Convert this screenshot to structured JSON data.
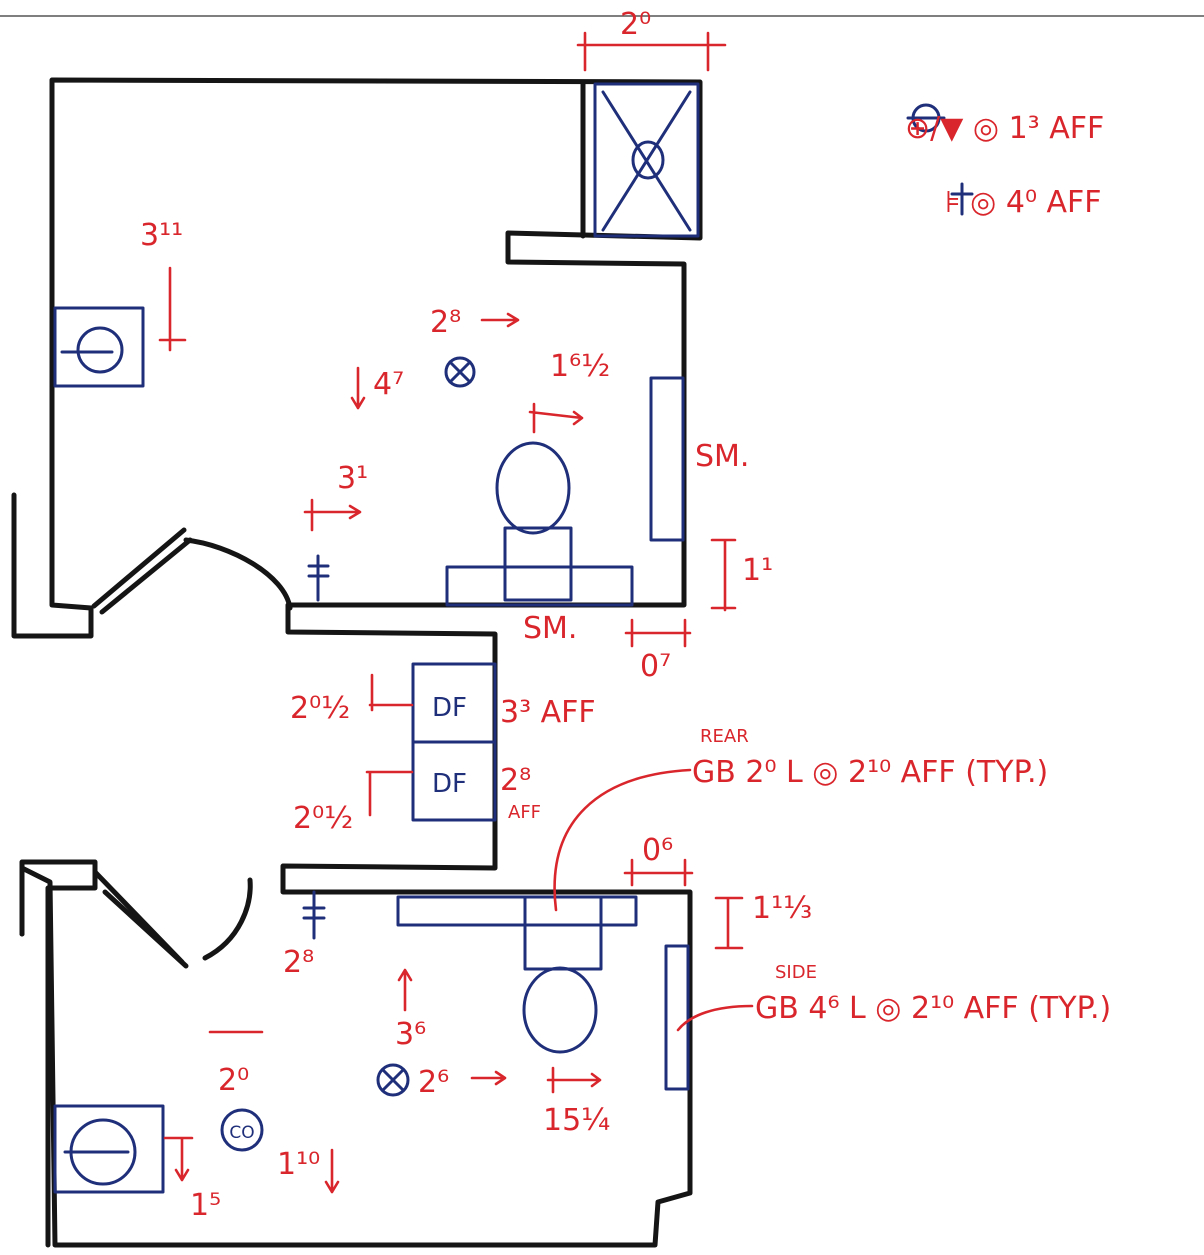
{
  "colors": {
    "wall": "#151515",
    "fixture": "#1f2f7a",
    "annotation": "#d9262c",
    "paper": "#ffffff"
  },
  "legend": {
    "outlet_label": "⊕/▼ ◎ 1³ AFF",
    "switch_label": "⊧ ◎ 4⁰ AFF"
  },
  "dimensions": {
    "shower_width": "2⁰",
    "upper_sink_height": "3¹¹",
    "upper_fan_x": "2⁸",
    "upper_fan_y": "4⁷",
    "upper_toilet_offset": "1⁶½",
    "upper_switch_offset": "3¹",
    "upper_grab_height": "1¹",
    "upper_gap": "0⁷",
    "df_upper_height": "2⁰½",
    "df_upper_mount": "3³ AFF",
    "df_lower_height": "2⁰½",
    "df_lower_mount": "2⁸",
    "df_lower_mount_unit": "AFF",
    "lower_gap": "0⁶",
    "lower_grab_height": "1¹⅓",
    "lower_switch_offset": "2⁸",
    "lower_fan_y": "3⁶",
    "lower_fan_x": "2⁶",
    "lower_toilet_offset": "15¼",
    "lower_sink_offset": "2⁰",
    "lower_sink_height": "1⁵",
    "lower_co_height": "1¹⁰"
  },
  "labels": {
    "sm_upper": "SM.",
    "sm_lower": "SM.",
    "df": "DF",
    "co": "CO",
    "rear_title": "REAR",
    "rear_note": "GB 2⁰ L ◎ 2¹⁰ AFF (TYP.)",
    "side_title": "SIDE",
    "side_note": "GB 4⁶ L ◎ 2¹⁰ AFF (TYP.)"
  }
}
